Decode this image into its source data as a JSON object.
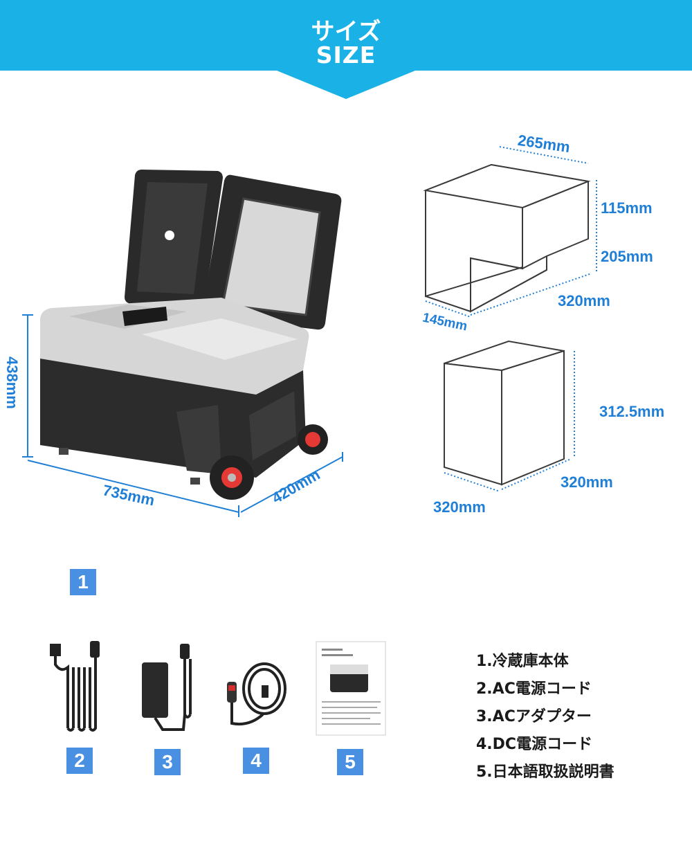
{
  "header": {
    "title_jp": "サイズ",
    "title_en": "SIZE",
    "color": "#1ab2e6"
  },
  "dimensions": {
    "height": "438mm",
    "width": "735mm",
    "depth": "420mm",
    "box1_top": "265mm",
    "box1_h_upper": "115mm",
    "box1_h_lower": "205mm",
    "box1_depth": "320mm",
    "box1_step": "145mm",
    "box2_height": "312.5mm",
    "box2_depth": "320mm",
    "box2_width": "320mm"
  },
  "accent_color": "#1f7fd6",
  "badges": [
    "1",
    "2",
    "3",
    "4",
    "5"
  ],
  "accessories": [
    "1.冷蔵庫本体",
    "2.AC電源コード",
    "3.ACアダプター",
    "4.DC電源コード",
    "5.日本語取扱説明書"
  ]
}
